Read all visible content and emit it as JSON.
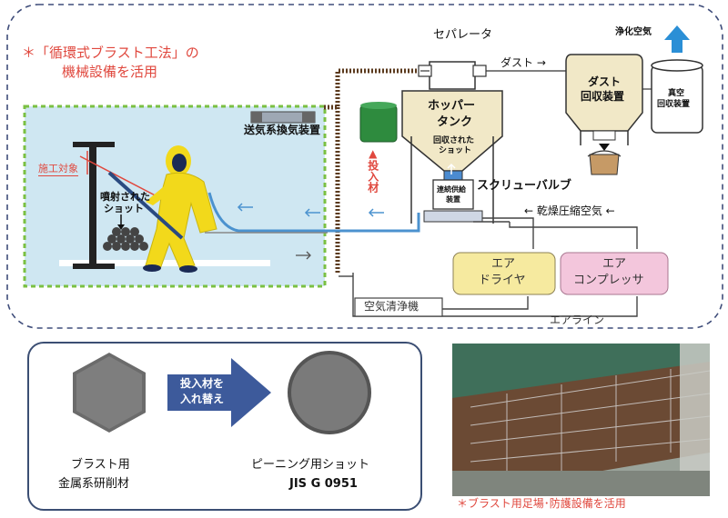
{
  "header": {
    "line1": "＊「循環式ブラスト工法」の",
    "line2": "機械設備を活用"
  },
  "labels": {
    "separator": "セパレータ",
    "dust": "ダスト →",
    "dust_unit_1": "ダスト",
    "dust_unit_2": "回収装置",
    "purified_air": "浄化空気",
    "vacuum_1": "真空",
    "vacuum_2": "回収装置",
    "ventilation": "送気系換気装置",
    "hopper_1": "ホッパー",
    "hopper_2": "タンク",
    "collected_1": "回収された",
    "collected_2": "ショット",
    "continuous_1": "連続供給",
    "continuous_2": "装置",
    "media_in": "▲投入材",
    "screw_valve": "スクリューバルブ",
    "dry_air": "← 乾燥圧縮空気 ←",
    "target": "施工対象",
    "sprayed_1": "噴射された",
    "sprayed_2": "ショット",
    "dryer_1": "エア",
    "dryer_2": "ドライヤ",
    "compressor_1": "エア",
    "compressor_2": "コンプレッサ",
    "air_cleaner": "空気清浄機",
    "air_line": "エアライン"
  },
  "bottom": {
    "arrow_1": "投入材を",
    "arrow_2": "入れ替え",
    "left_1": "ブラスト用",
    "left_2": "金属系研削材",
    "right_1": "ピーニング用ショット",
    "right_2": "JIS G 0951"
  },
  "photo_caption": "＊ブラスト用足場･防護設備を活用",
  "colors": {
    "accent_red": "#e0483e",
    "dryer_fill": "#f6ea9f",
    "compressor_fill": "#f3c6dc",
    "work_area": "#cfe7f2",
    "arrow_blue": "#3d5a9b",
    "hose_blue": "#4b92cf"
  }
}
